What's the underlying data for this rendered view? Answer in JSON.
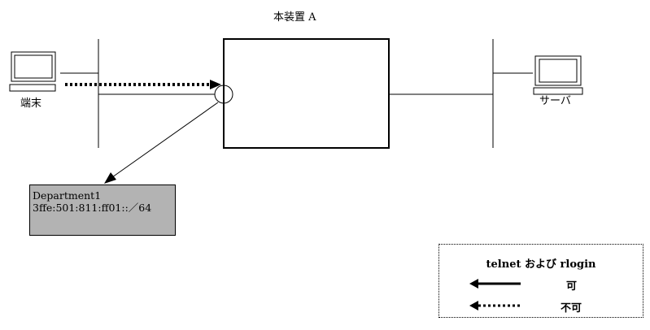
{
  "device": {
    "label": "本装置 A"
  },
  "terminal": {
    "label": "端末",
    "icon": "computer-icon"
  },
  "server": {
    "label": "サーバ",
    "icon": "computer-icon"
  },
  "department": {
    "name": "Department1",
    "prefix": "3ffe:501:811:ff01::／64"
  },
  "legend": {
    "title": "telnet および rlogin",
    "items": [
      {
        "label": "可",
        "style": "solid"
      },
      {
        "label": "不可",
        "style": "dotted"
      }
    ]
  },
  "colors": {
    "department_fill": "#b3b3b3",
    "line": "#000000"
  }
}
